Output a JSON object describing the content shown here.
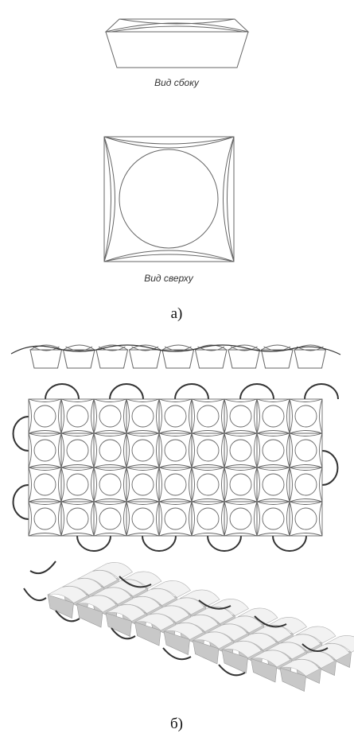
{
  "figure_a": {
    "side_view_caption": "Вид сбоку",
    "top_view_caption": "Вид сверху",
    "label": "а)"
  },
  "figure_b": {
    "label": "б)",
    "grid_columns": 9,
    "grid_rows": 4
  },
  "colors": {
    "line": "#666666",
    "cord": "#333333",
    "block_top": "#f2f2f2",
    "block_side": "#c8c8c8"
  }
}
